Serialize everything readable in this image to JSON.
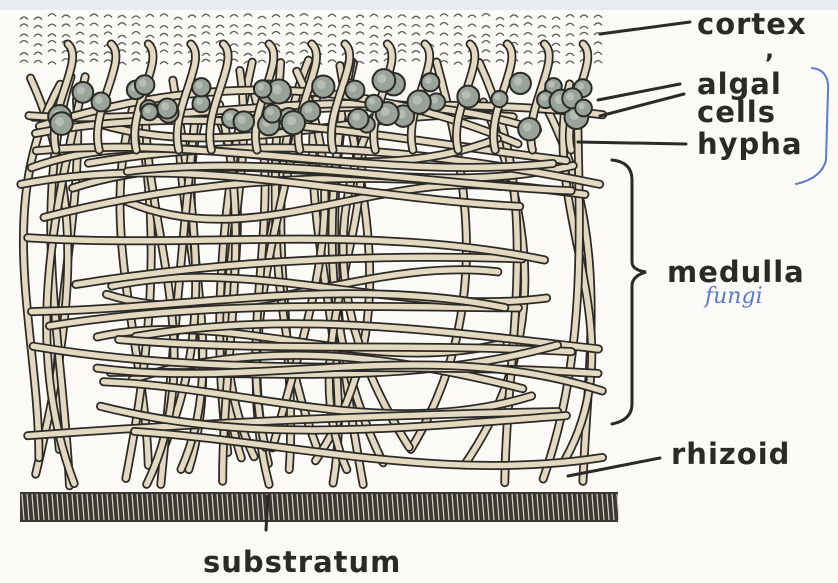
{
  "diagram": {
    "labels": {
      "cortex": "cortex",
      "algal_cells": "algal cells",
      "algal_cells_line1": "algal",
      "algal_cells_line2": "cells",
      "hypha": "hypha",
      "medulla": "medulla",
      "rhizoid": "rhizoid",
      "substratum": "substratum"
    },
    "handwritten_note": "fungi",
    "colors": {
      "background": "#fbfaf6",
      "ink": "#2b2a27",
      "hypha_fill": "#e3d8c0",
      "algal_cell_fill": "#9aa39a",
      "substratum": "#3a3834",
      "annotation_ink": "#3d64c8"
    }
  }
}
